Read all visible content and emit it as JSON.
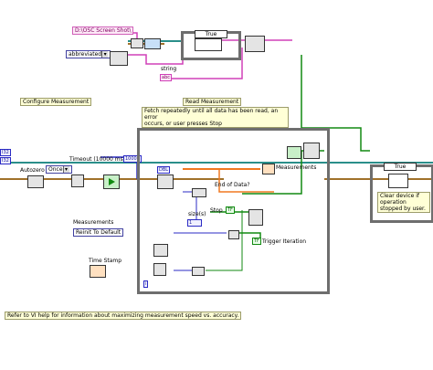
{
  "constants": {
    "screenshot_path": "D:\\OSC Screen Shot\\",
    "format_ring": "abbreviated",
    "string_label": "string",
    "autozero_ring": "Once",
    "timeout_label": "Timeout (10000 ms)",
    "true_case": "True"
  },
  "comments": {
    "configure": "Configure Measurement",
    "read": "Read Measurement",
    "fetch_line1": "Fetch repeatedly until all data has been read, an error",
    "fetch_line2": "occurs, or user presses Stop",
    "clear": "Clear device if operation stopped by user.",
    "help": "Refer to VI help for information about maximizing measurement speed vs. accuracy."
  },
  "labels": {
    "autozero": "Autozero",
    "measurements": "Measurements",
    "end_of_data": "End of Data?",
    "stop": "Stop",
    "size": "size(s)",
    "trigger_iteration": "Trigger Iteration",
    "measurements2": "Measurements",
    "reinit": "Reinit To Default",
    "timestamp": "Time Stamp",
    "loop_index": "i"
  },
  "numbers": {
    "timeout_value": "10000",
    "one": "1",
    "i32a": "I32",
    "i32b": "I32",
    "dbl": "DBL"
  },
  "colors": {
    "wire_error": "#a0712a",
    "wire_refnum": "#2a8f8a",
    "wire_string": "#d040b8",
    "wire_number": "#2b2bc4",
    "wire_bool": "#128a12",
    "loop_border": "#6e6e6e",
    "comment_bg": "#ffffd6"
  }
}
